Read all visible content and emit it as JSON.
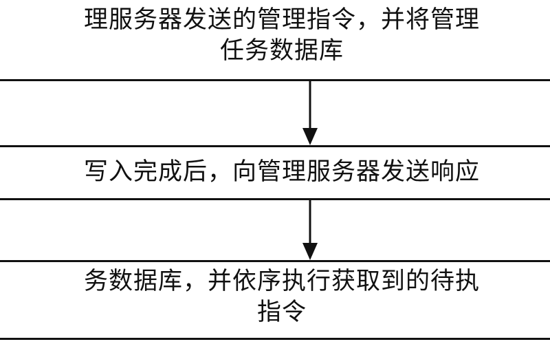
{
  "flowchart": {
    "steps": [
      {
        "line1": "理服务器发送的管理指令，并将管理",
        "line2": "任务数据库"
      },
      {
        "line1": "写入完成后，向管理服务器发送响应"
      },
      {
        "line1": "务数据库，并依序执行获取到的待执",
        "line2": "指令"
      }
    ],
    "colors": {
      "line": "#111111",
      "background": "#ffffff"
    }
  }
}
